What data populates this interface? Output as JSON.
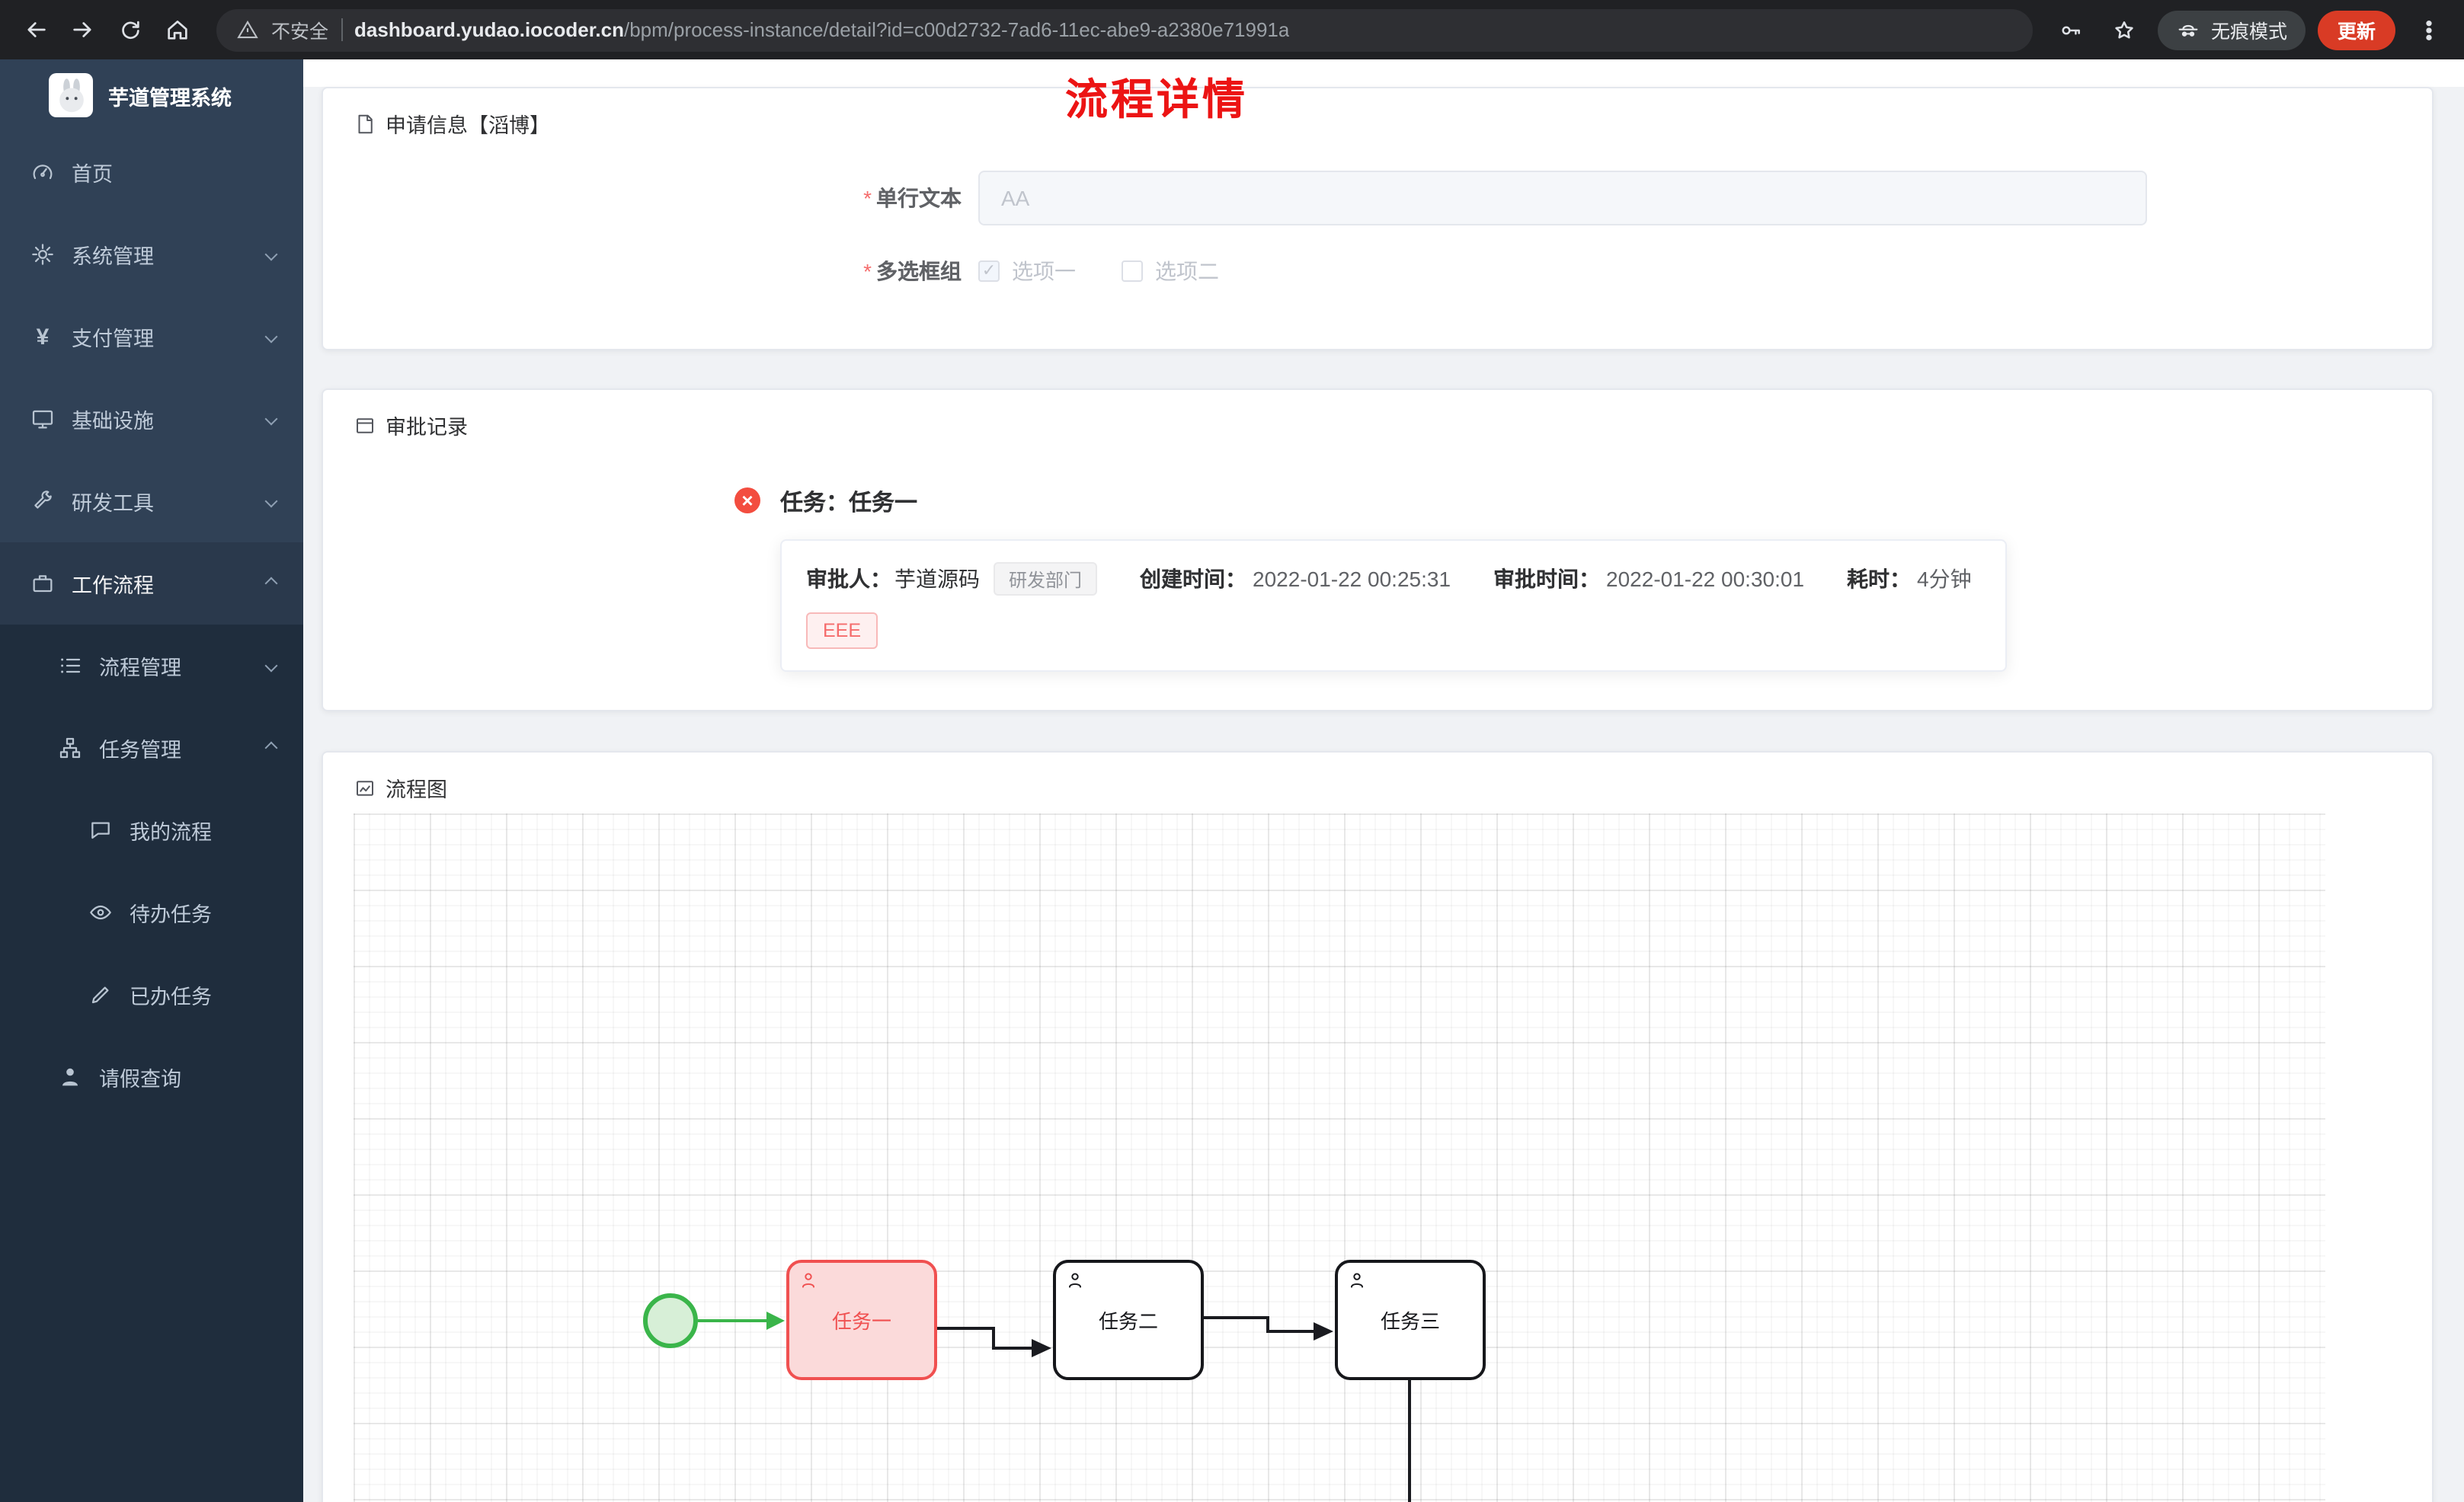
{
  "browser": {
    "security_label": "不安全",
    "url_host": "dashboard.yudao.iocoder.cn",
    "url_path": "/bpm/process-instance/detail?id=c00d2732-7ad6-11ec-abe9-a2380e71991a",
    "incognito_label": "无痕模式",
    "update_label": "更新"
  },
  "sidebar": {
    "app_title": "芋道管理系统",
    "menu": [
      {
        "label": "首页",
        "icon": "dashboard-icon",
        "chevron": ""
      },
      {
        "label": "系统管理",
        "icon": "gear-icon",
        "chevron": "down"
      },
      {
        "label": "支付管理",
        "icon": "yen-icon",
        "chevron": "down"
      },
      {
        "label": "基础设施",
        "icon": "monitor-icon",
        "chevron": "down"
      },
      {
        "label": "研发工具",
        "icon": "tools-icon",
        "chevron": "down"
      },
      {
        "label": "工作流程",
        "icon": "briefcase-icon",
        "chevron": "up"
      }
    ],
    "submenu": [
      {
        "label": "流程管理",
        "icon": "list-icon",
        "chevron": "down"
      },
      {
        "label": "任务管理",
        "icon": "tree-icon",
        "chevron": "up"
      },
      {
        "label": "我的流程",
        "icon": "message-icon",
        "chevron": ""
      },
      {
        "label": "待办任务",
        "icon": "eye-icon",
        "chevron": ""
      },
      {
        "label": "已办任务",
        "icon": "edit-icon",
        "chevron": ""
      },
      {
        "label": "请假查询",
        "icon": "user-icon",
        "chevron": ""
      }
    ]
  },
  "page": {
    "title": "流程详情"
  },
  "icons": {
    "check": "✓",
    "x": "×",
    "yen": "¥",
    "required": "*"
  },
  "apply_card": {
    "title": "申请信息【滔博】",
    "fields": {
      "text_label": "单行文本",
      "text_value": "AA",
      "checkbox_label": "多选框组",
      "option1": "选项一",
      "option2": "选项二"
    }
  },
  "approval_card": {
    "title": "审批记录",
    "task_title": "任务：任务一",
    "approver_label": "审批人：",
    "approver_name": "芋道源码",
    "dept_tag": "研发部门",
    "created_label": "创建时间：",
    "created_time": "2022-01-22 00:25:31",
    "approved_label": "审批时间：",
    "approved_time": "2022-01-22 00:30:01",
    "duration_label": "耗时：",
    "duration_value": "4分钟",
    "comment_tag": "EEE"
  },
  "diagram_card": {
    "title": "流程图",
    "nodes": {
      "task1": "任务一",
      "task2": "任务二",
      "task3": "任务三"
    }
  },
  "colors": {
    "accent_red": "#ec1414",
    "task_highlight": "#f05050",
    "start_green": "#3ab54a",
    "sidebar_bg": "#304156",
    "submenu_bg": "#1f2d3d",
    "update_chip": "#d93b25"
  }
}
